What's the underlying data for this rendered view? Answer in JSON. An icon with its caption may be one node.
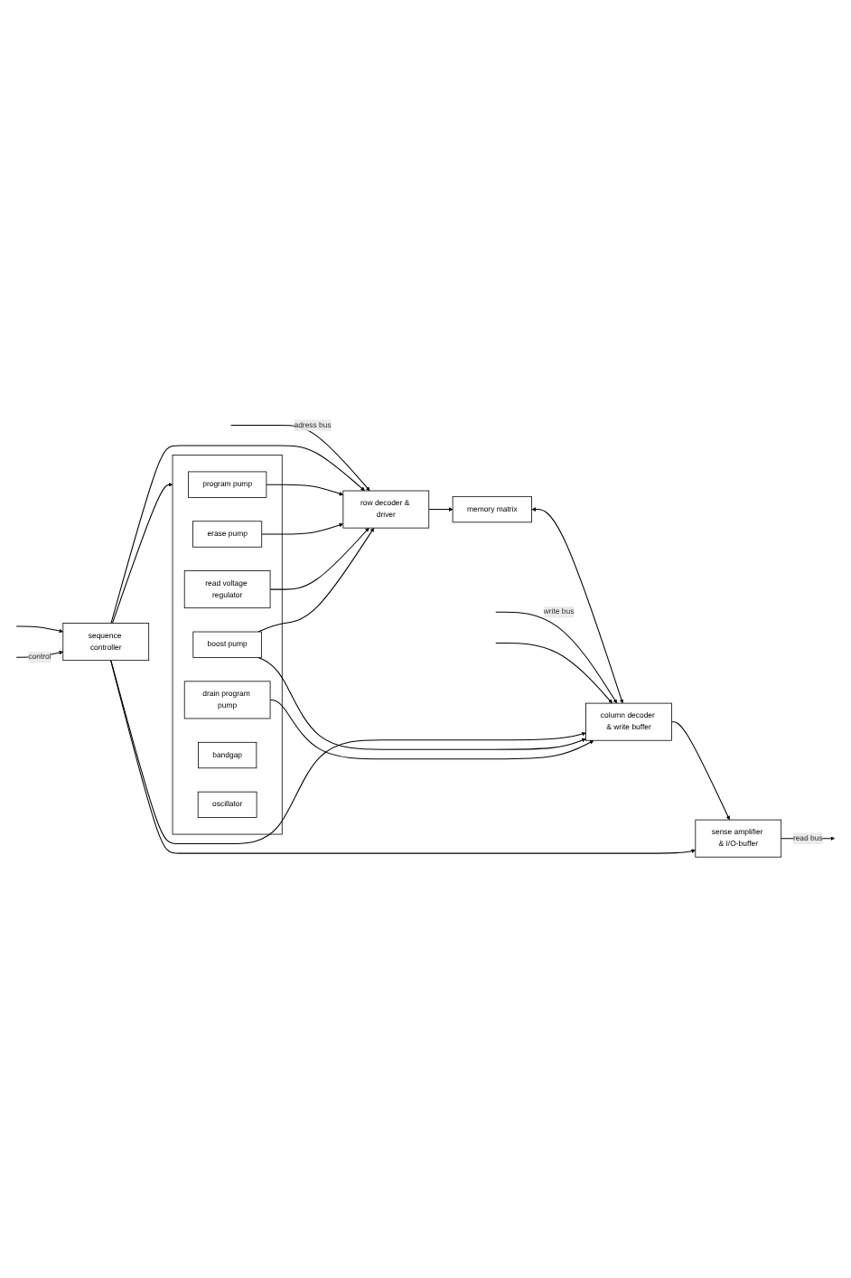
{
  "diagram": {
    "nodes": [
      {
        "text": [
          "memory matrix"
        ]
      },
      {
        "text": [
          "column decoder & write buffer"
        ]
      },
      {
        "text": [
          "sense amplifier & I/O-buffer"
        ]
      },
      {
        "text": [
          "row decoder & driver"
        ]
      },
      {
        "text": [],
        "shape": "box"
      },
      {
        "text": [
          "program pump"
        ],
        "in": 4
      },
      {
        "text": [
          "erase pump"
        ],
        "in": 4
      },
      {
        "text": [
          "read voltage regulator"
        ],
        "in": 4
      },
      {
        "text": [
          "boost pump"
        ],
        "in": 4
      },
      {
        "text": [
          "drain program pump"
        ],
        "in": 4
      },
      {
        "text": [
          "bandgap"
        ],
        "in": 4
      },
      {
        "text": [
          "oscillator"
        ],
        "in": 4
      },
      {
        "text": [
          "sequence controller"
        ]
      }
    ],
    "edges": [
      {
        "from": 3,
        "to": 0,
        "arrow": "to"
      },
      {
        "from": 0,
        "to": 1,
        "arrow": "both"
      },
      {
        "from": 1,
        "to": 2,
        "arrow": "to"
      },
      {
        "from": 2,
        "to": null,
        "arrow": "to",
        "label": "read bus"
      },
      {
        "from": null,
        "to": 1,
        "arrow": "to",
        "label": "write bus"
      },
      {
        "from": null,
        "to": 3,
        "arrow": "to",
        "label": "adress bus"
      },
      {
        "from": null,
        "to": 1,
        "arrow": "to"
      },
      {
        "from": null,
        "to": 12,
        "arrow": "to"
      },
      {
        "from": 12,
        "to": 2,
        "arrow": "to"
      },
      {
        "from": 12,
        "to": 3,
        "arrow": "to"
      },
      {
        "from": 12,
        "to": 1,
        "arrow": "to"
      },
      {
        "from": 5,
        "to": 3,
        "arrow": "to"
      },
      {
        "from": 6,
        "to": 3,
        "arrow": "to"
      },
      {
        "from": 7,
        "to": 3,
        "arrow": "to"
      },
      {
        "from": 8,
        "to": 3,
        "arrow": "to"
      },
      {
        "from": 8,
        "to": 1,
        "arrow": "to"
      },
      {
        "from": 9,
        "to": 1,
        "arrow": "to"
      },
      {
        "from": 12,
        "to": 4,
        "arrow": "to"
      },
      {
        "from": null,
        "to": 12,
        "arrow": "to",
        "label": "control"
      }
    ]
  }
}
